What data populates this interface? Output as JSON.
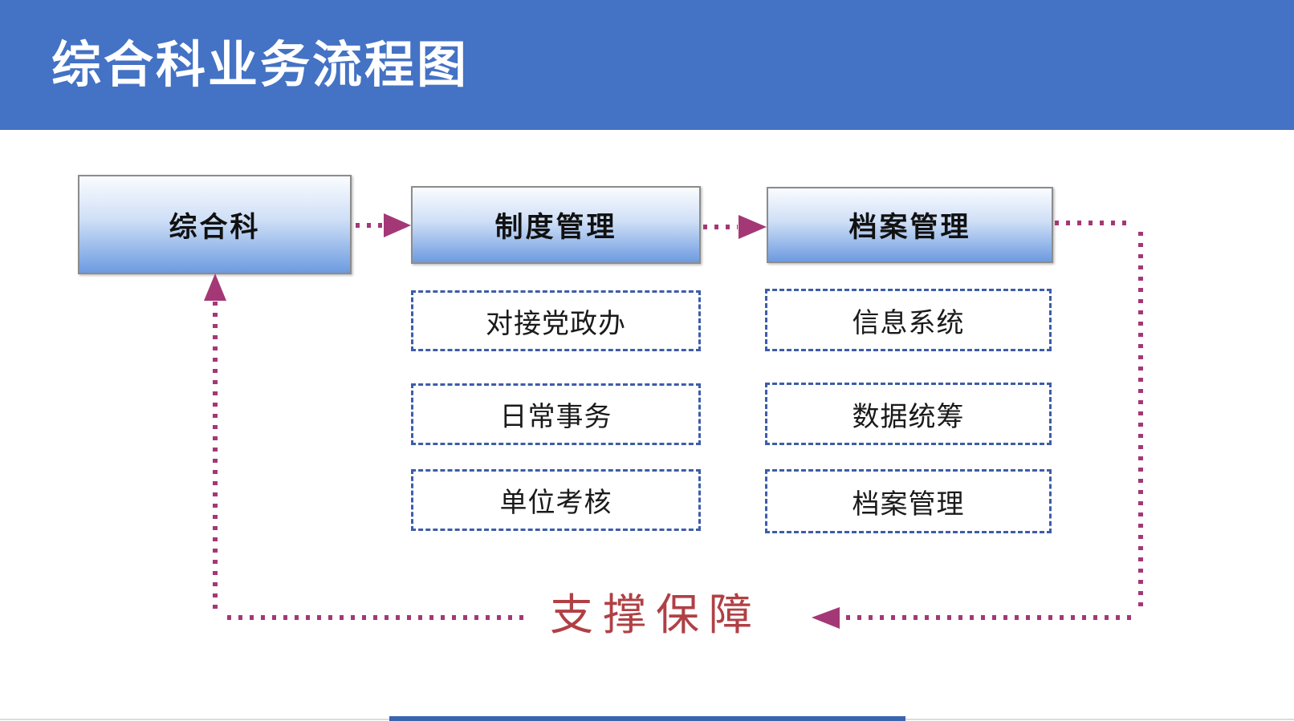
{
  "title": "综合科业务流程图",
  "colors": {
    "banner": "#4472C4",
    "arrow": "#a43876",
    "dashed_border": "#3d5da9",
    "support_text": "#b04045",
    "node_border": "#8c8c8c",
    "bottom_bar": "#3a64b0"
  },
  "flow": {
    "nodes": [
      {
        "label": "综合科"
      },
      {
        "label": "制度管理"
      },
      {
        "label": "档案管理"
      }
    ],
    "zhidu_children": [
      "对接党政办",
      "日常事务",
      "单位考核"
    ],
    "dangan_children": [
      "信息系统",
      "数据统筹",
      "档案管理"
    ],
    "support_label": "支撑保障"
  }
}
